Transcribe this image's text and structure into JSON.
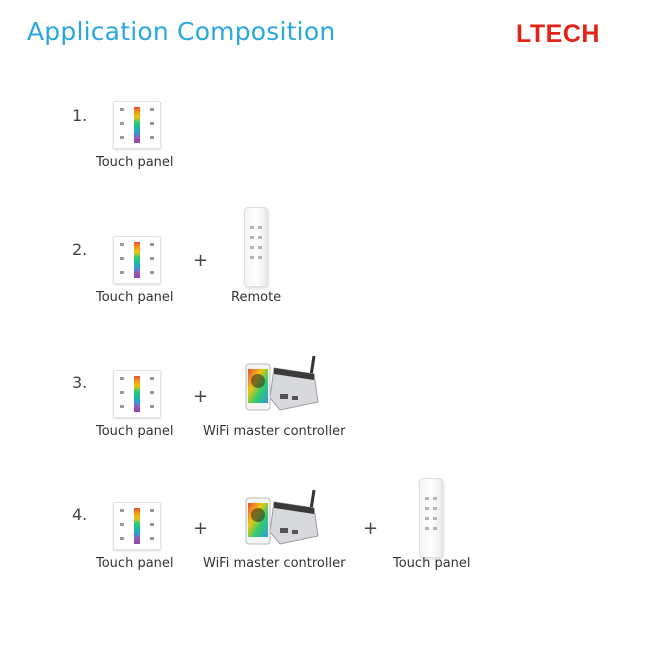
{
  "header": {
    "title": "Application Composition",
    "logo": "LTECH"
  },
  "colors": {
    "title": "#2aa7df",
    "logo": "#e2231a"
  },
  "rows": [
    {
      "number": "1.",
      "items": [
        {
          "type": "touch-panel",
          "label": "Touch panel"
        }
      ]
    },
    {
      "number": "2.",
      "plus": "+",
      "items": [
        {
          "type": "touch-panel",
          "label": "Touch panel"
        },
        {
          "type": "remote",
          "label": "Remote"
        }
      ]
    },
    {
      "number": "3.",
      "plus": "+",
      "items": [
        {
          "type": "touch-panel",
          "label": "Touch panel"
        },
        {
          "type": "wifi-controller",
          "label": "WiFi master controller"
        }
      ]
    },
    {
      "number": "4.",
      "plus": "+",
      "items": [
        {
          "type": "touch-panel",
          "label": "Touch panel"
        },
        {
          "type": "wifi-controller",
          "label": "WiFi master controller"
        },
        {
          "type": "remote",
          "label": "Touch panel"
        }
      ]
    }
  ]
}
